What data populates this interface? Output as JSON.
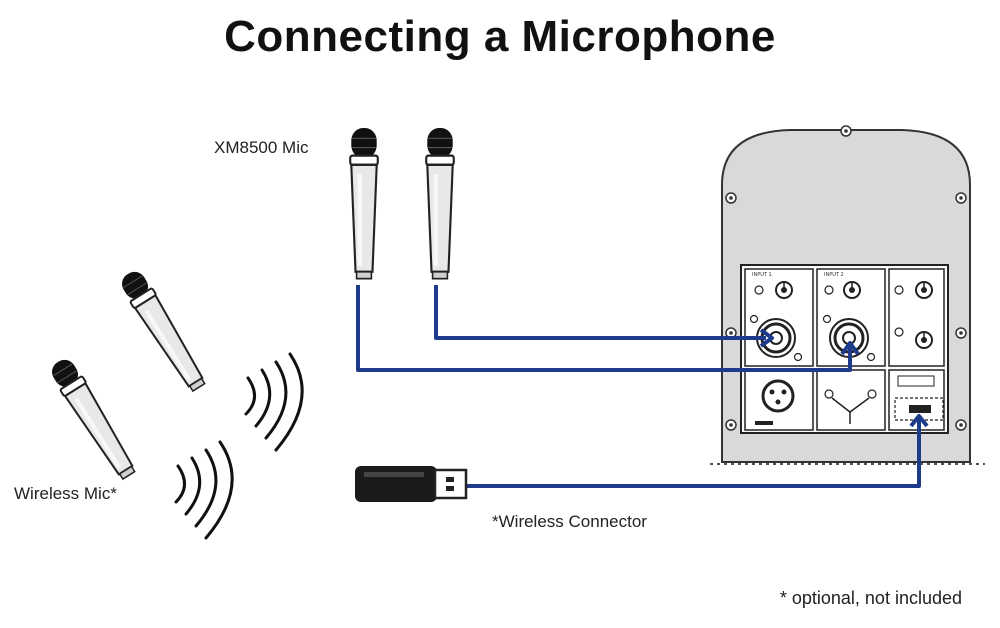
{
  "title": "Connecting a Microphone",
  "labels": {
    "xm8500": "XM8500 Mic",
    "wireless_mic": "Wireless Mic*",
    "wireless_connector": "*Wireless Connector",
    "footnote": "* optional, not included"
  },
  "colors": {
    "cable": "#1e3a8a",
    "speaker_body": "#d9d9d9",
    "mic_body": "#e8e8e8",
    "mic_head": "#111111",
    "outline": "#222222"
  },
  "icons": [
    "microphone-icon",
    "wireless-signal-icon",
    "xlr-jack-icon",
    "usb-dongle-icon"
  ]
}
